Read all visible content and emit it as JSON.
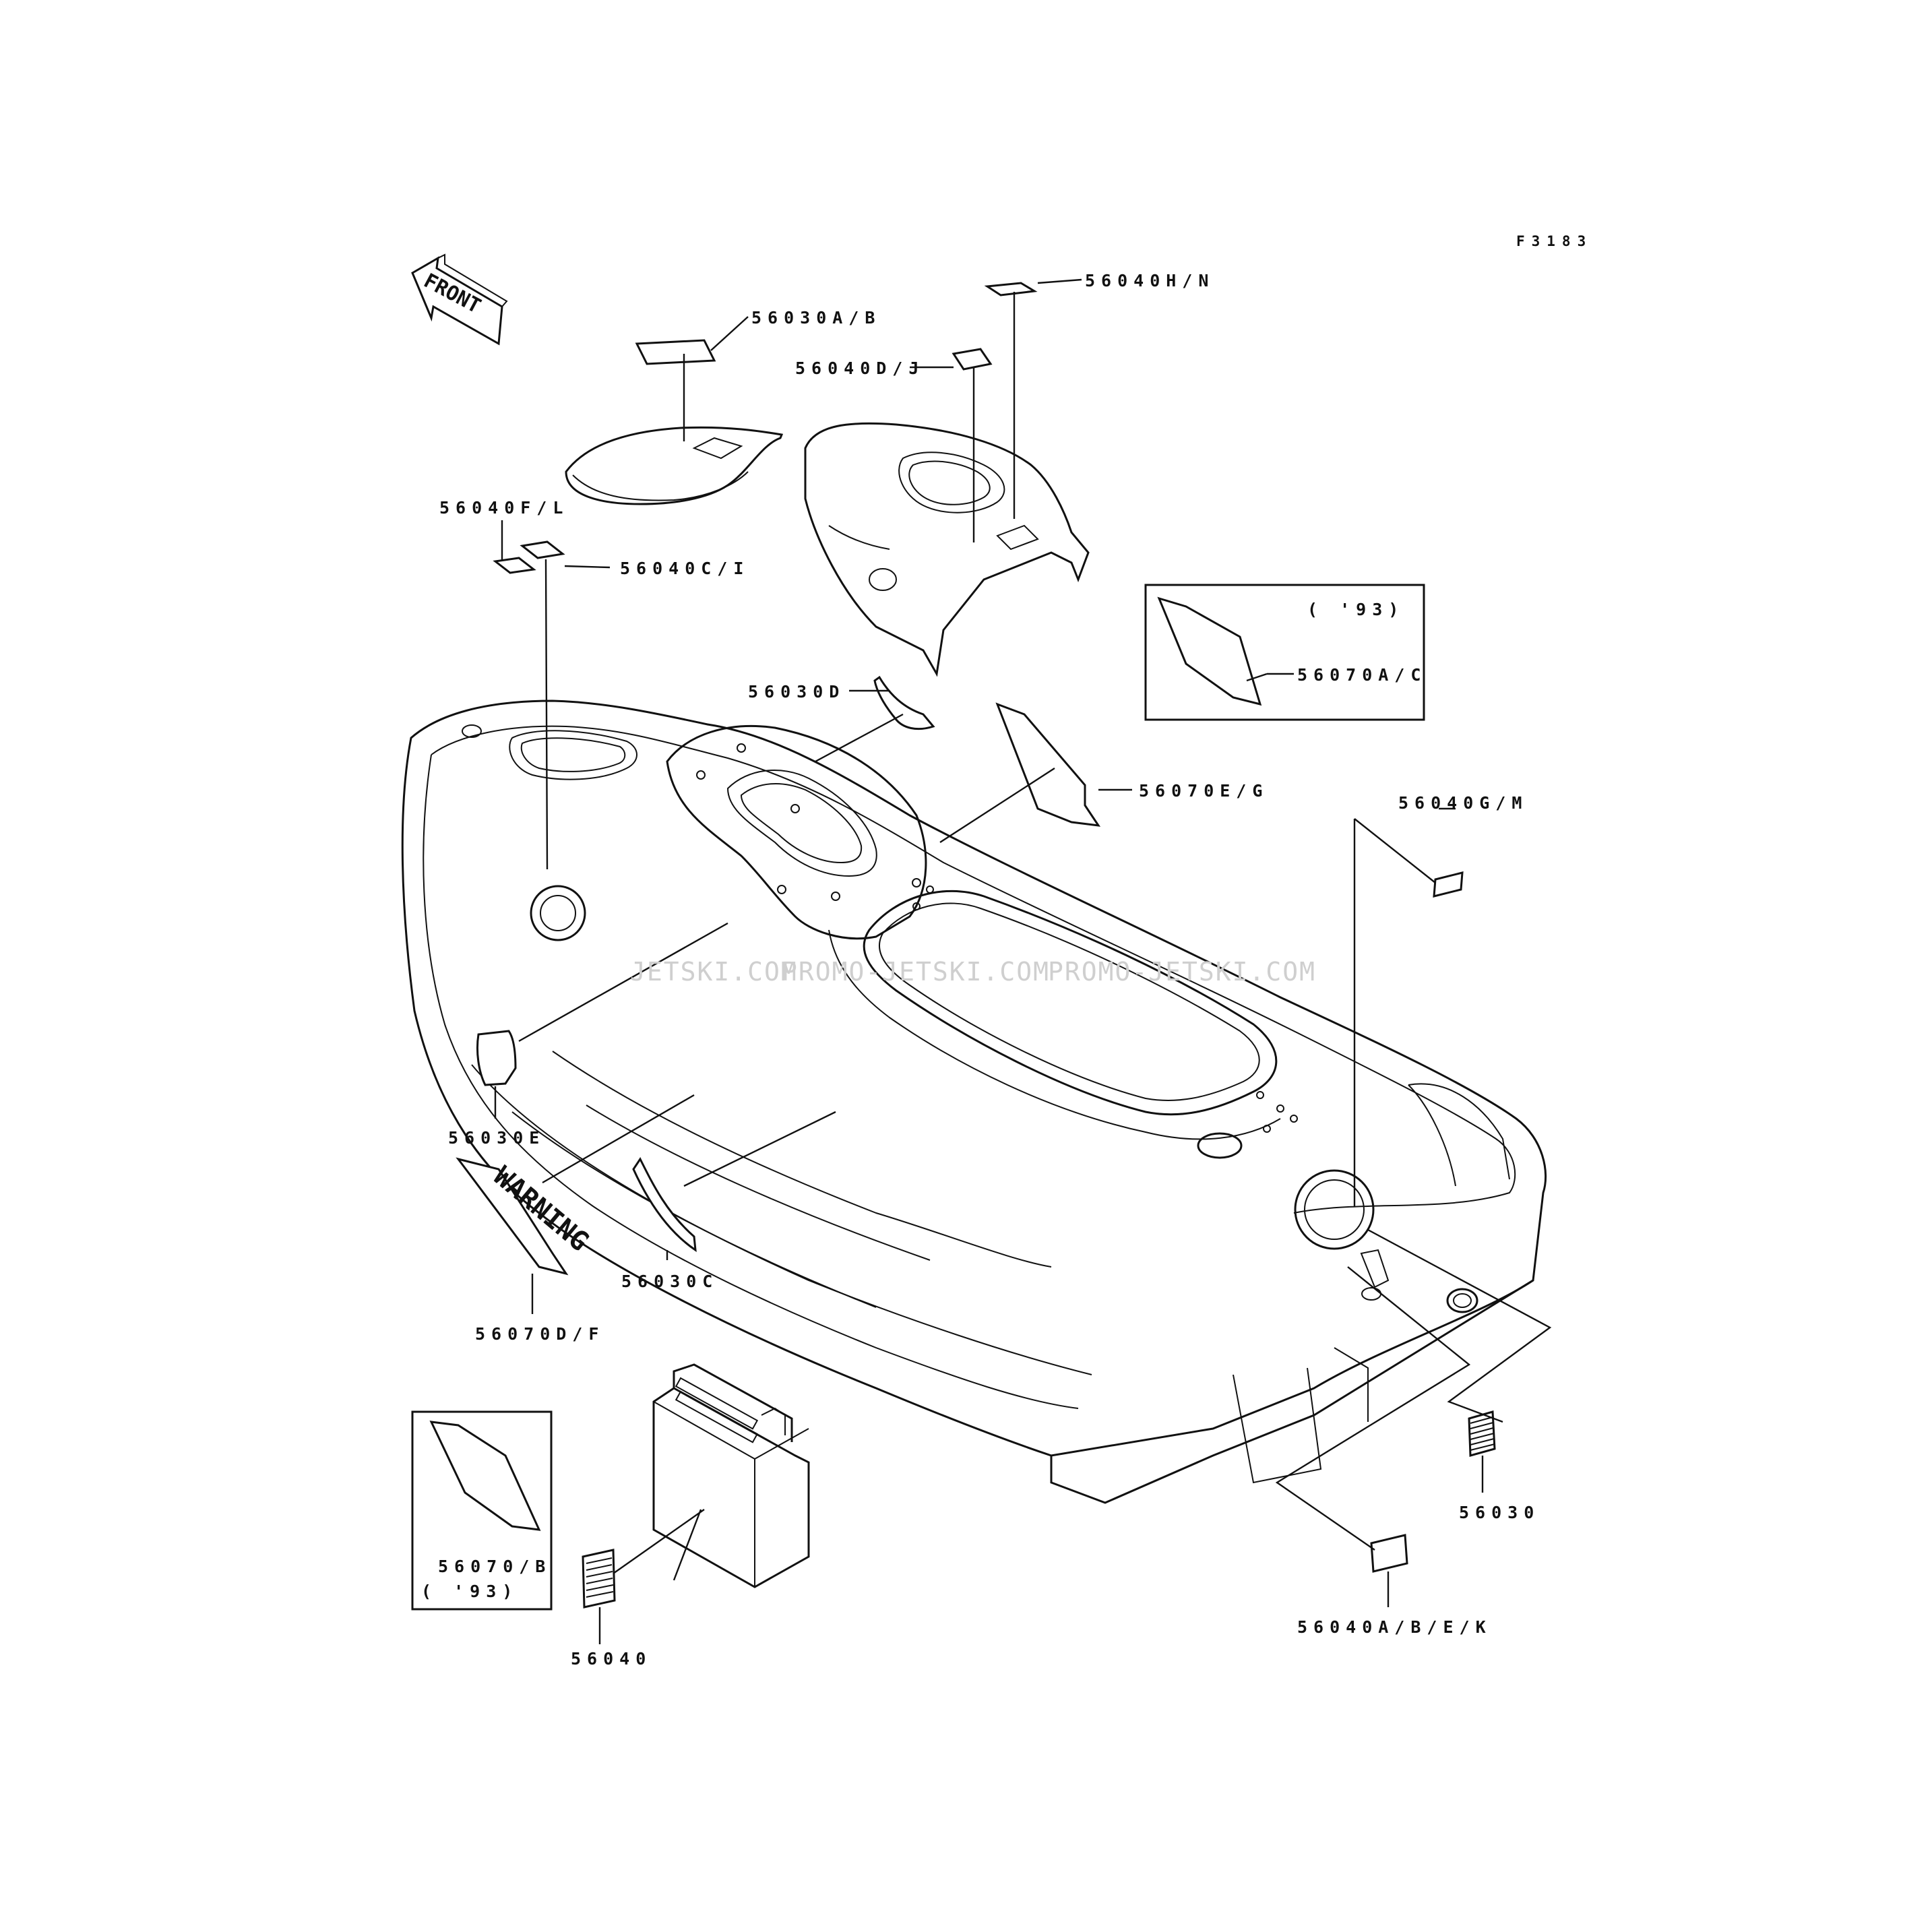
{
  "figure": {
    "code": "F3183",
    "front_label": "FRONT",
    "warning_text": "WARNING",
    "watermark": [
      "JETSKI.COM",
      "PROMO-JETSKI.COM",
      "PROMO-JETSKI.COM"
    ]
  },
  "parts": [
    {
      "id": "56030A/B",
      "label": "56030A/B"
    },
    {
      "id": "56040H/N",
      "label": "56040H/N"
    },
    {
      "id": "56040D/J",
      "label": "56040D/J"
    },
    {
      "id": "56040F/L",
      "label": "56040F/L"
    },
    {
      "id": "56040C/I",
      "label": "56040C/I"
    },
    {
      "id": "56030D",
      "label": "56030D"
    },
    {
      "id": "56070A/C",
      "label": "56070A/C"
    },
    {
      "id": "56070E/G",
      "label": "56070E/G"
    },
    {
      "id": "56040G/M",
      "label": "56040G/M"
    },
    {
      "id": "56030E",
      "label": "56030E"
    },
    {
      "id": "56030C",
      "label": "56030C"
    },
    {
      "id": "56070D/F",
      "label": "56070D/F"
    },
    {
      "id": "56070/B",
      "label": "56070/B"
    },
    {
      "id": "56040",
      "label": "56040"
    },
    {
      "id": "56030",
      "label": "56030"
    },
    {
      "id": "56040A/B/E/K",
      "label": "56040A/B/E/K"
    }
  ],
  "year_notes": {
    "box_right": "( '93)",
    "box_left": "( '93)"
  }
}
